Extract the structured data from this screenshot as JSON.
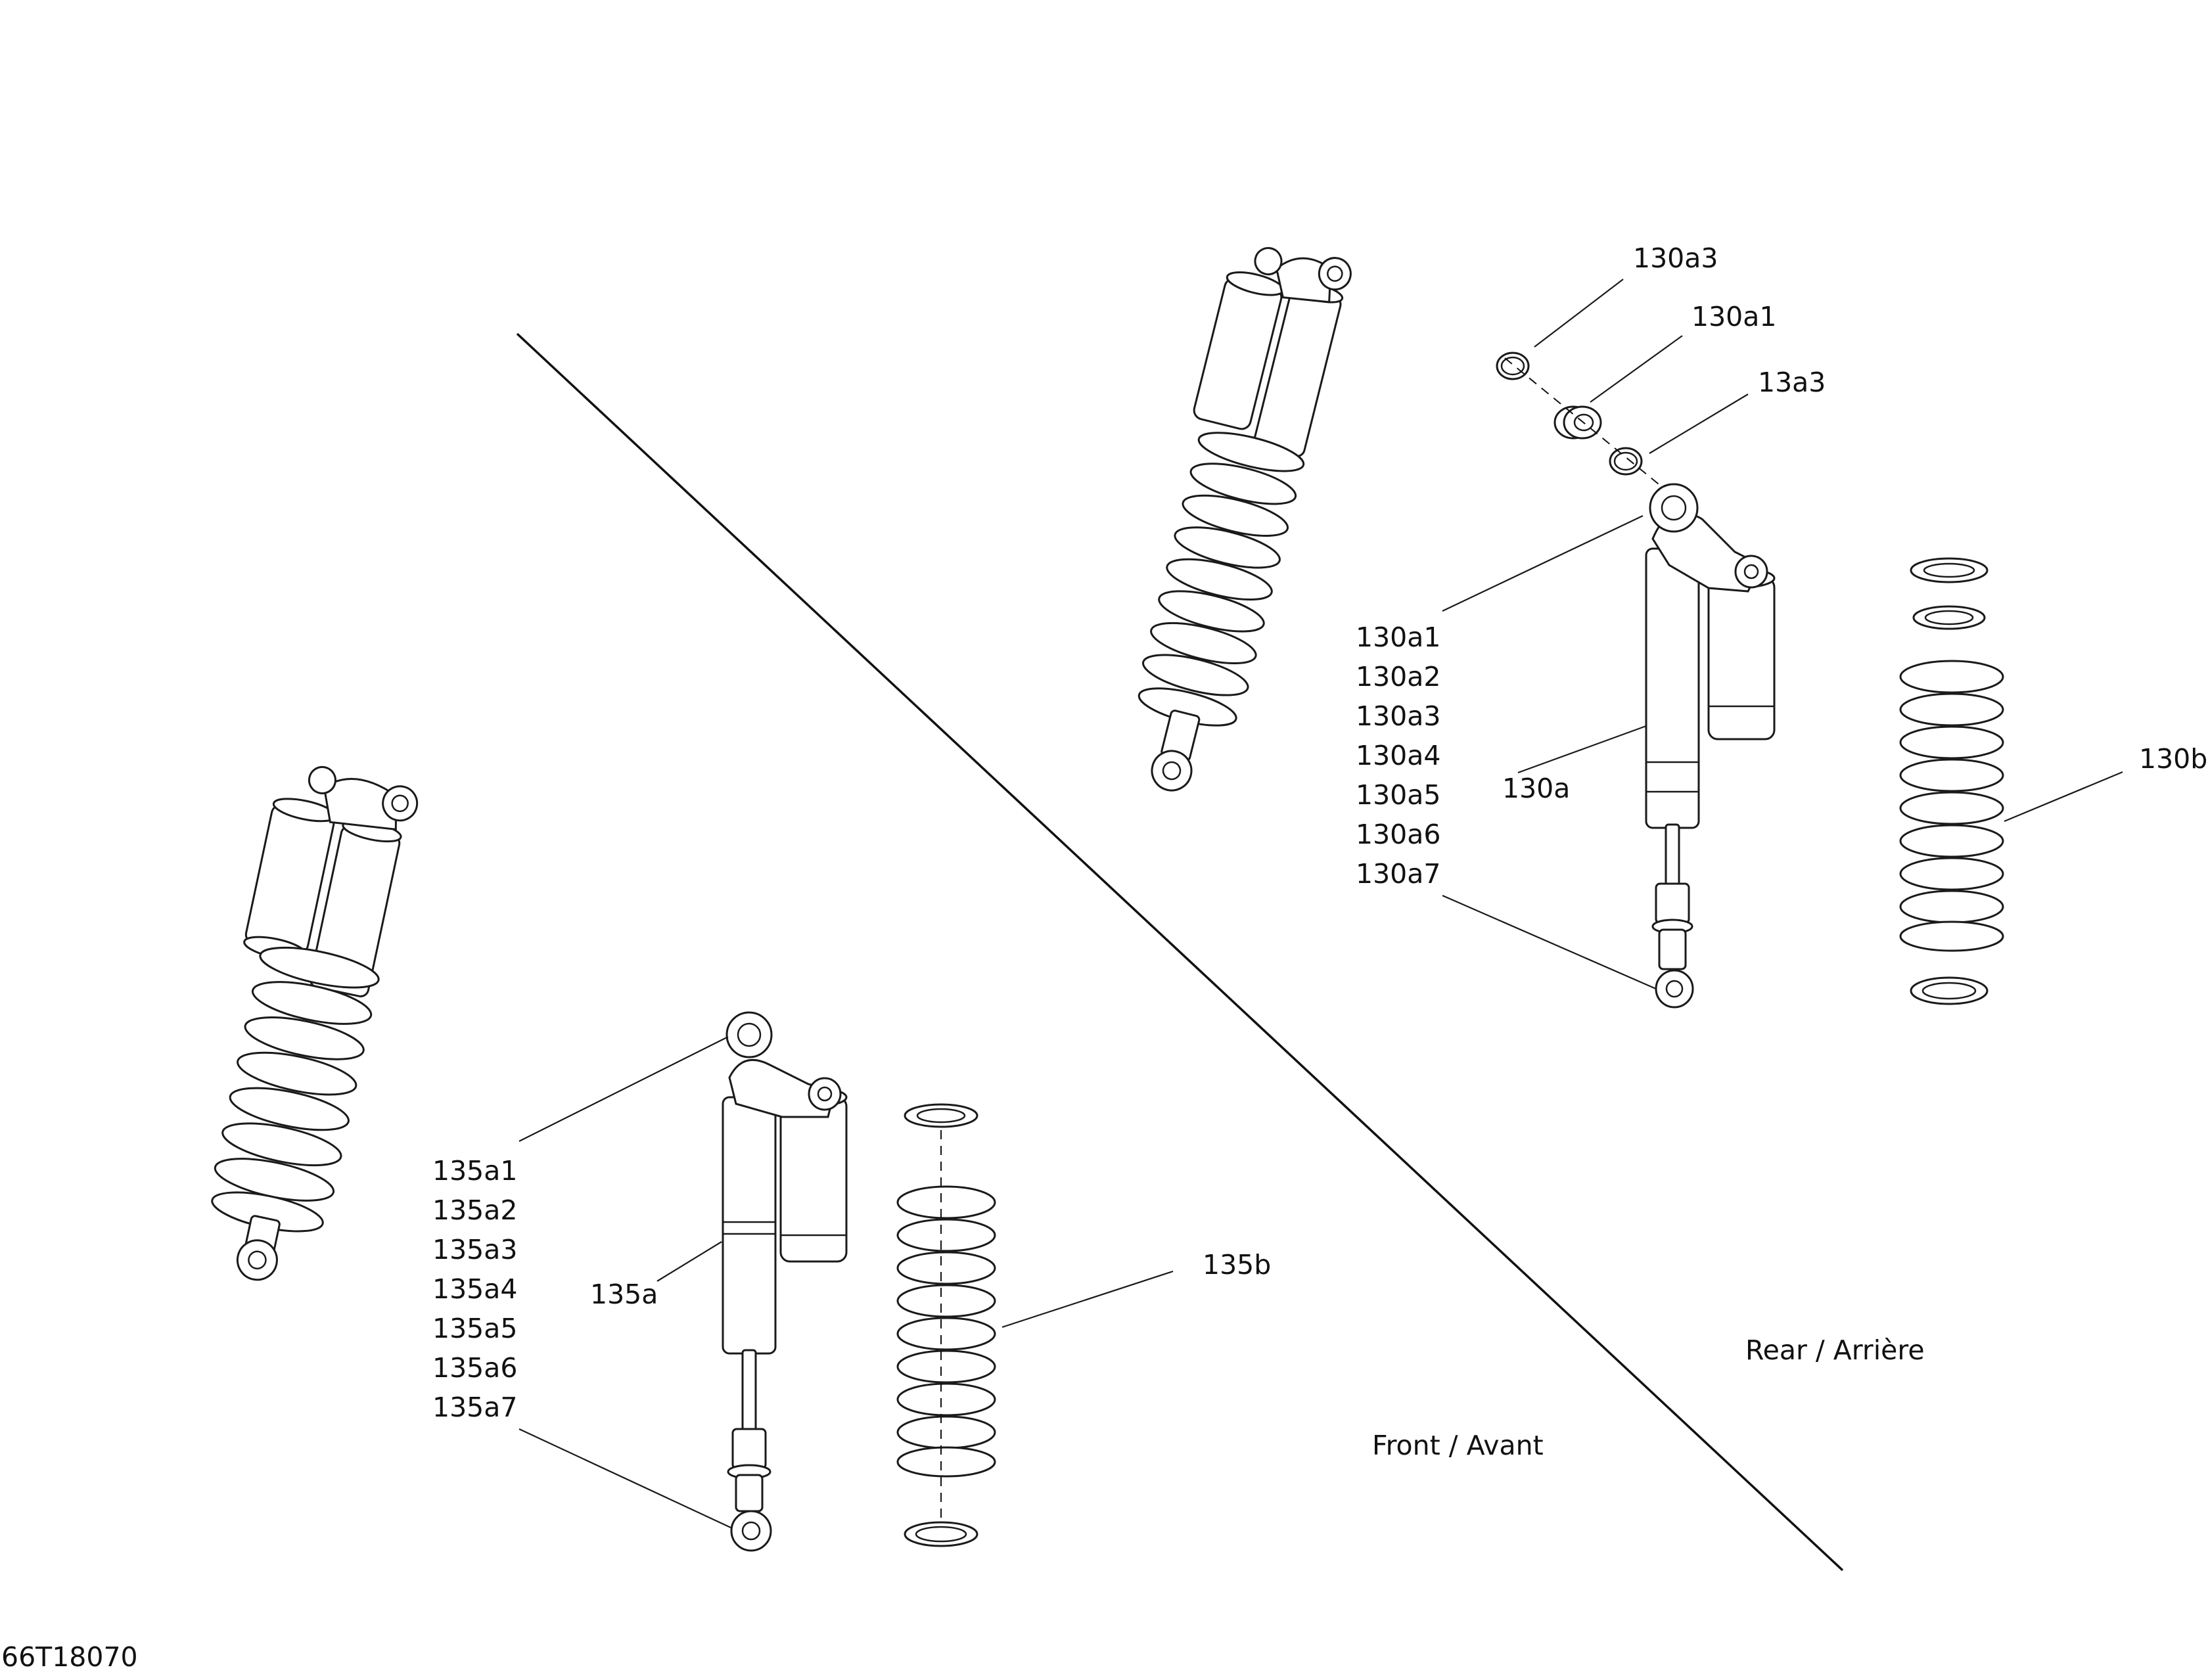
{
  "diagram": {
    "sections": {
      "front": "Front / Avant",
      "rear": "Rear / Arrière"
    },
    "rear_callouts": {
      "retaining_ring_top": "130a3",
      "bushing": "130a1",
      "retaining_ring_bottom": "13a3",
      "shock": "130a",
      "spring": "130b",
      "kit_list": [
        "130a1",
        "130a2",
        "130a3",
        "130a4",
        "130a5",
        "130a6",
        "130a7"
      ]
    },
    "front_callouts": {
      "shock": "135a",
      "spring": "135b",
      "kit_list": [
        "135a1",
        "135a2",
        "135a3",
        "135a4",
        "135a5",
        "135a6",
        "135a7"
      ]
    },
    "figure_code": "66T18070"
  }
}
